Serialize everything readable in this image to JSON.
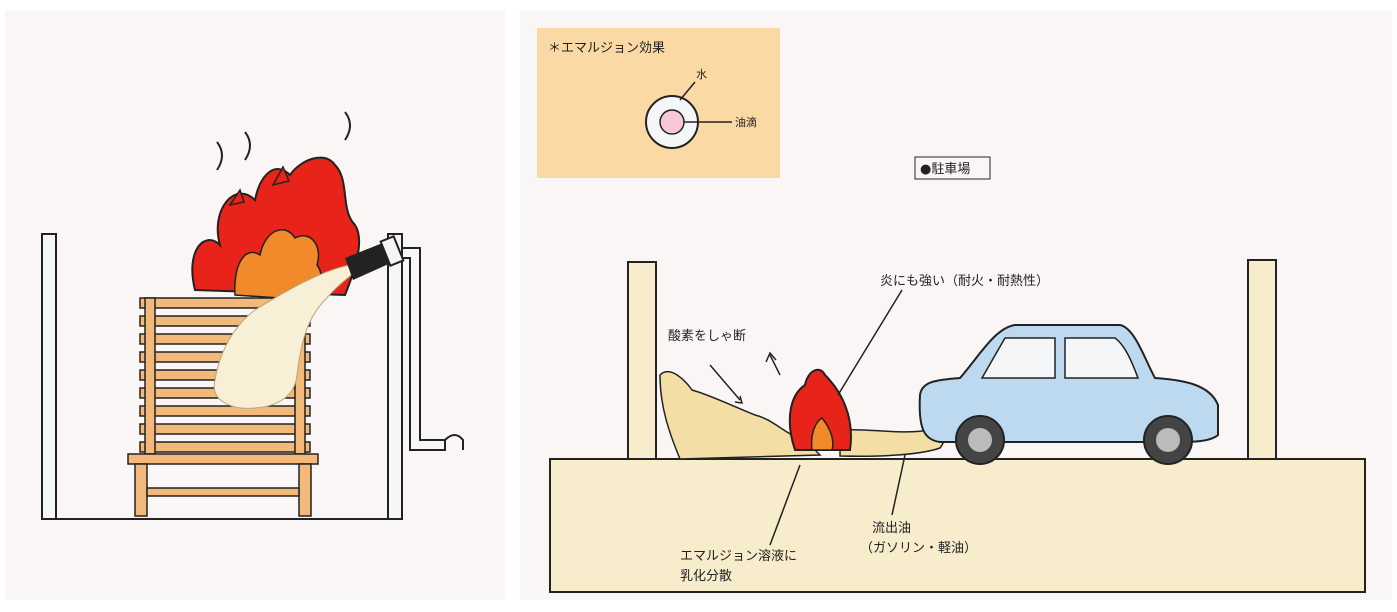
{
  "left_scene": {},
  "right_scene": {
    "inset": {
      "title": "＊エマルジョン効果",
      "water_label": "水",
      "oil_label": "油滴"
    },
    "location_label": "●駐車場",
    "labels": {
      "fire_resistance": "炎にも強い（耐火・耐熱性）",
      "oxygen_cutoff": "酸素をしゃ断",
      "emulsify_line1": "エマルジョン溶液に",
      "emulsify_line2": "乳化分散",
      "spill_line1": "流出油",
      "spill_line2": "（ガソリン・軽油）"
    }
  },
  "colors": {
    "flame_red": "#e8231a",
    "flame_orange": "#f08a2a",
    "foam": "#f3dfa6",
    "inset_bg": "#fbd9a4",
    "ground": "#f7eccb",
    "car_body": "#bcd9ef",
    "wood": "#f2b97a",
    "wall": "#f4f6f8"
  }
}
